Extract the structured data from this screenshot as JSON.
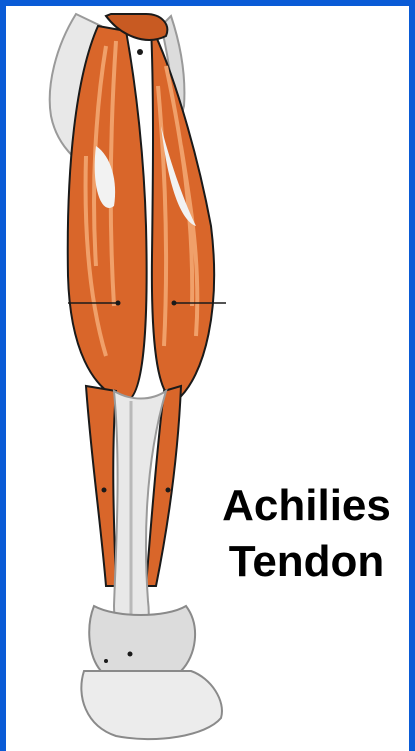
{
  "caption": {
    "line1": "Achilies",
    "line2": "Tendon"
  },
  "colors": {
    "frame": "#0a5bd6",
    "muscle": "#d9662a",
    "muscle_light": "#f0a06a",
    "tendon": "#e8e8e8",
    "tendon_shadow": "#b9b9b9",
    "outline": "#1a1a1a"
  },
  "icons": {
    "figure": "leg-muscle-anatomy-illustration"
  }
}
